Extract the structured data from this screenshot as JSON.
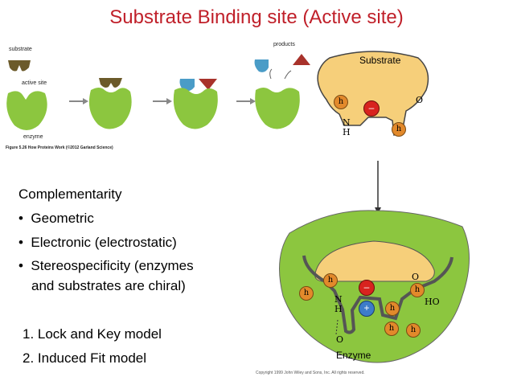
{
  "title": "Substrate Binding site (Active site)",
  "figure": {
    "label_substrate": "substrate",
    "label_active_site": "active site",
    "label_enzyme": "enzyme",
    "label_products": "products",
    "caption": "Figure 5.26 How Proteins Work (©2012 Garland Science)"
  },
  "diagram": {
    "substrate_label": "Substrate",
    "enzyme_label": "Enzyme",
    "h": "h",
    "minus": "–",
    "plus": "+",
    "o": "O",
    "n": "N",
    "nh_h": "H",
    "ho": "HO",
    "copyright": "Copyright 1999 John Wiley and Sons, Inc. All rights reserved."
  },
  "text": {
    "heading": "Complementarity",
    "bullets": [
      "Geometric",
      "Electronic (electrostatic)",
      "Stereospecificity (enzymes",
      "and substrates are chiral)"
    ],
    "numbered": [
      "1.  Lock and Key model",
      "2.  Induced Fit model"
    ],
    "bullet_char": "•"
  },
  "colors": {
    "title": "#c0202a",
    "enzyme_green": "#8cc63f",
    "substrate_brown": "#6b5a2a",
    "product_blue": "#4a9cc7",
    "product_red": "#a8322b",
    "substrate_tan": "#f6cf7a",
    "h_orange": "#e2892b",
    "minus_red": "#d8231f",
    "plus_blue": "#3d7cc9"
  }
}
